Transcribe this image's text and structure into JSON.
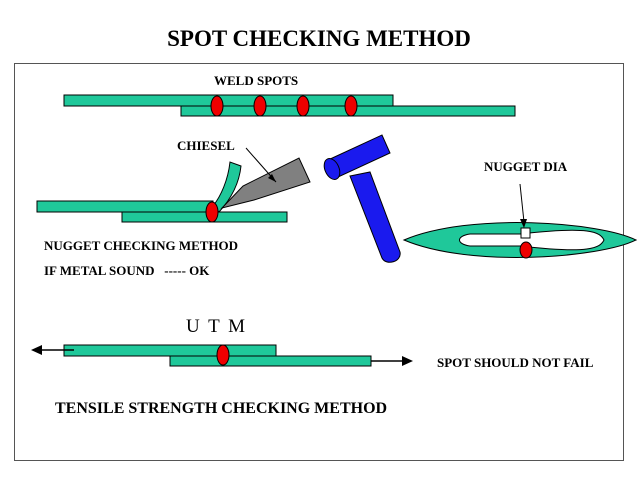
{
  "title": "SPOT CHECKING METHOD",
  "labels": {
    "weld_spots": "WELD SPOTS",
    "chiesel": "CHIESEL",
    "nugget_dia": "NUGGET DIA",
    "nugget_method": "NUGGET CHECKING METHOD",
    "metal_sound": "IF METAL SOUND   ----- OK",
    "utm": "U T M",
    "spot_not_fail": "SPOT SHOULD NOT FAIL",
    "tensile_method": "TENSILE STRENGTH CHECKING METHOD"
  },
  "colors": {
    "plate": "#1fc89a",
    "weld": "#ee0000",
    "hammer": "#1a1aee",
    "chisel": "#808080"
  }
}
